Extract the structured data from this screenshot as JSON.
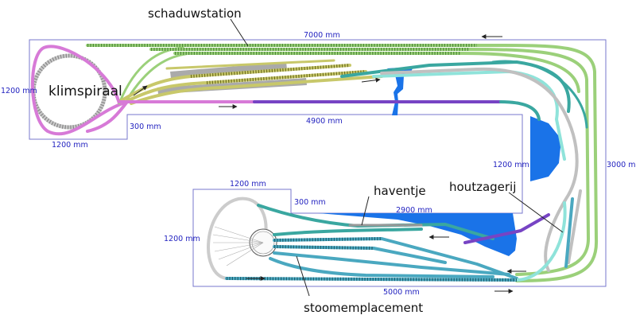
{
  "labels": {
    "schaduwstation": "schaduwstation",
    "klimspiraal": "klimspiraal",
    "haventje": "haventje",
    "houtzagerij": "houtzagerij",
    "stoomemplacement": "stoomemplacement"
  },
  "dimensions": {
    "top_length": "7000 mm",
    "left_height": "1200 mm",
    "bottom_left_width": "1200 mm",
    "notch_depth": "300 mm",
    "inner_length": "4900 mm",
    "right_pier_height": "1200 mm",
    "right_height": "3000 mm",
    "lower_top_width": "1200 mm",
    "lower_notch_depth": "300 mm",
    "lower_inner_length": "2900 mm",
    "lower_left_height": "1200 mm",
    "bottom_length": "5000 mm"
  },
  "colors": {
    "outline": "#7777cc",
    "dimension_text": "#1f1fbf",
    "water": "#1a73e8",
    "shadow_station_track": "#9bd07a",
    "helix_track": "#d77ad7",
    "upper_line_track": "#7744c4",
    "yellow_track": "#c8c86a",
    "teal_track": "#3aa7a0",
    "light_cyan_track": "#8fe3da",
    "steam_yard_track": "#4aa8c0",
    "grey_track": "#bbbbbb",
    "arrow": "#222222"
  }
}
